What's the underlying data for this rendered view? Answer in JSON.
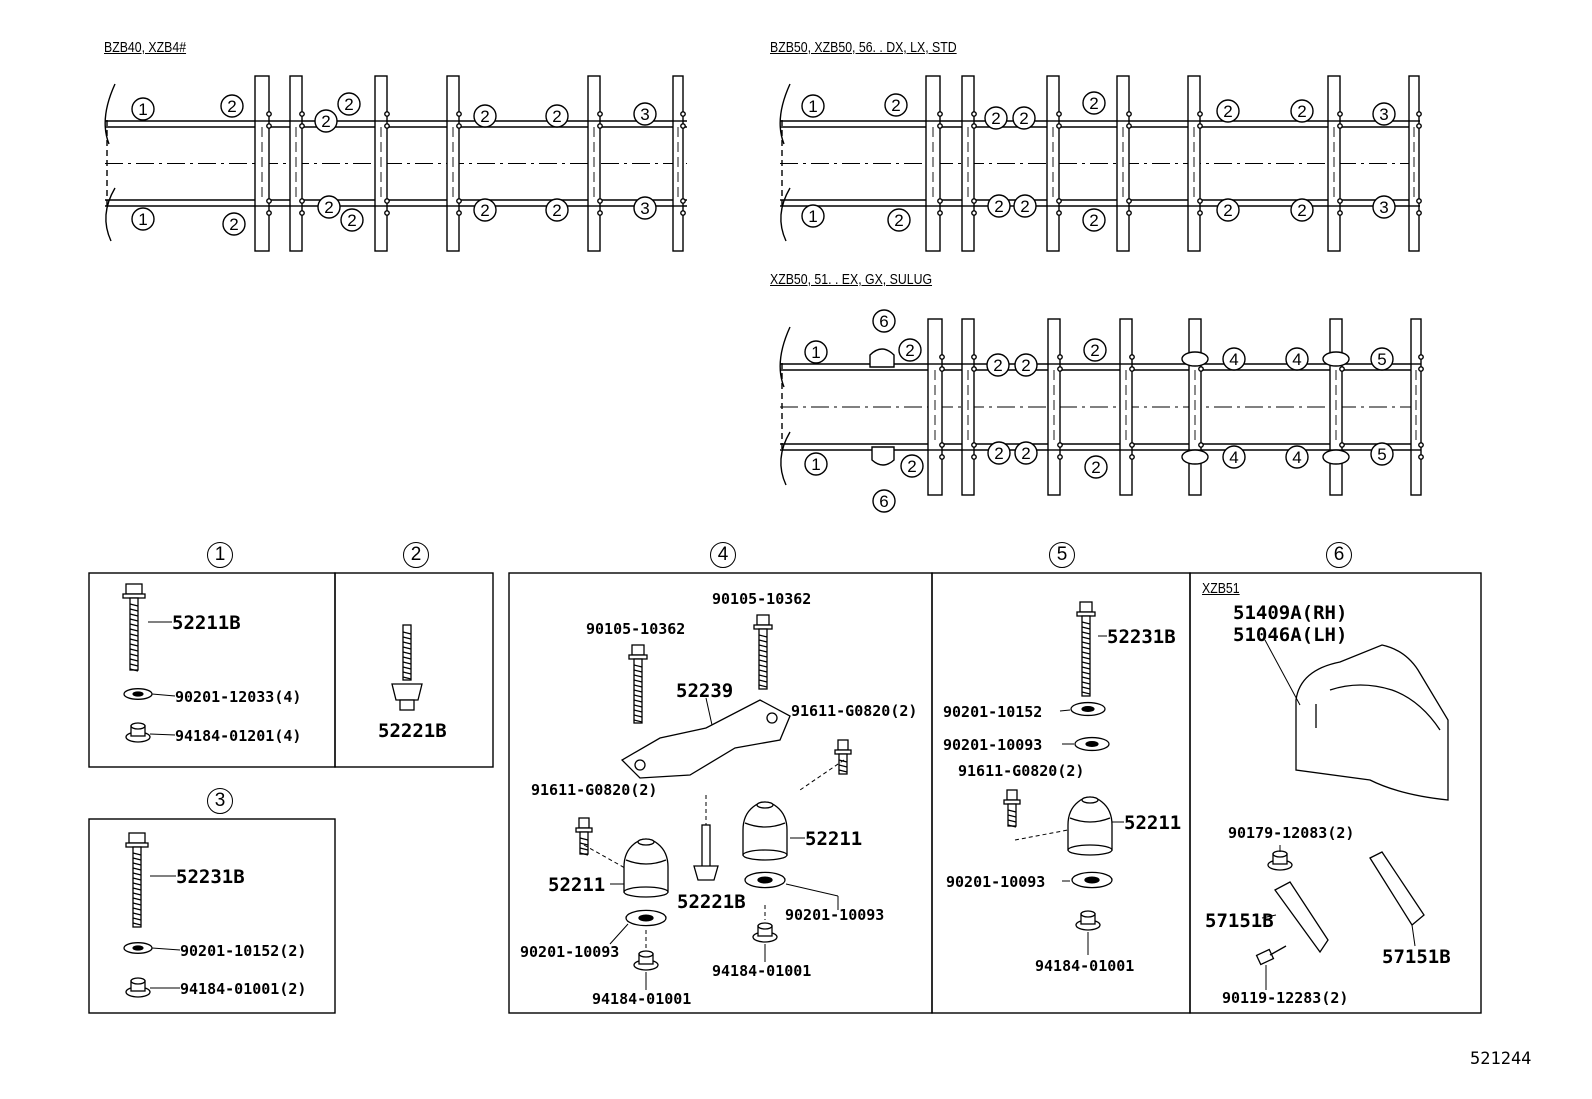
{
  "frames": {
    "bzb40": {
      "title": "BZB40, XZB4#"
    },
    "bzb50": {
      "title": "BZB50, XZB50, 56. . DX, LX, STD"
    },
    "xzb50": {
      "title": "XZB50, 51. . EX, GX, SULUG"
    }
  },
  "section_markers": [
    "1",
    "2",
    "3",
    "4",
    "5",
    "6"
  ],
  "sections": {
    "s1": {
      "marker": "1",
      "parts": [
        "52211B",
        "90201-12033(4)",
        "94184-01201(4)"
      ]
    },
    "s2": {
      "marker": "2",
      "parts": [
        "52221B"
      ]
    },
    "s3": {
      "marker": "3",
      "parts": [
        "52231B",
        "90201-10152(2)",
        "94184-01001(2)"
      ]
    },
    "s4": {
      "marker": "4",
      "parts": [
        "90105-10362",
        "90105-10362",
        "52239",
        "91611-G0820(2)",
        "91611-G0820(2)",
        "52211",
        "52211",
        "52221B",
        "90201-10093",
        "90201-10093",
        "94184-01001",
        "94184-01001"
      ]
    },
    "s5": {
      "marker": "5",
      "parts": [
        "52231B",
        "90201-10152",
        "90201-10093",
        "91611-G0820(2)",
        "52211",
        "90201-10093",
        "94184-01001"
      ]
    },
    "s6": {
      "marker": "6",
      "variant": "XZB51",
      "parts": [
        "51409A(RH)",
        "51046A(LH)",
        "90179-12083(2)",
        "57151B",
        "57151B",
        "90119-12283(2)"
      ]
    }
  },
  "figure_number": "521244"
}
